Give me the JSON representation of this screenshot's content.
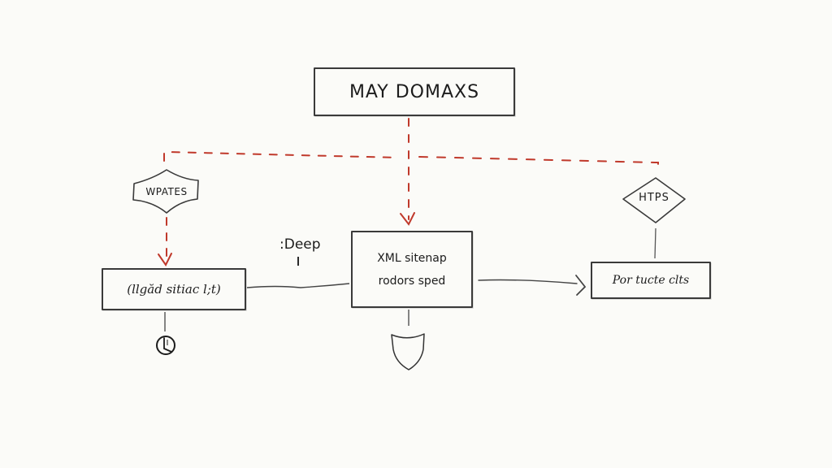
{
  "diagram": {
    "title": "MAY DOMAXS",
    "colors": {
      "background": "#fbfbf8",
      "ink": "#2a2a2a",
      "dashed_connector": "#c0392b"
    },
    "decision_nodes": {
      "left": {
        "label": "WPATES",
        "shape": "hexagon-diamond"
      },
      "right": {
        "label": "HTPS",
        "shape": "diamond"
      }
    },
    "boxes": {
      "left": {
        "label": "(llgăd sitiac l;t)"
      },
      "center": {
        "line1": "XML sitenap",
        "line2": "rodors sped"
      },
      "right": {
        "label": "Por tucte clts"
      }
    },
    "annotations": {
      "deep": ":Deep"
    },
    "icons": {
      "left_bottom": "clock-icon",
      "center_bottom": "shield-icon"
    },
    "connectors": [
      {
        "from": "title",
        "to": "center-box",
        "style": "dashed-red",
        "arrow": true
      },
      {
        "from": "title",
        "to": "wpates-node",
        "style": "dashed-red",
        "arrow": false
      },
      {
        "from": "title",
        "to": "right-corner",
        "style": "dashed-red",
        "arrow": false
      },
      {
        "from": "wpates-node",
        "to": "left-box",
        "style": "dashed-red",
        "arrow": true
      },
      {
        "from": "left-box",
        "to": "center-box",
        "style": "solid",
        "arrow": false
      },
      {
        "from": "center-box",
        "to": "right-box",
        "style": "solid",
        "arrow": true
      },
      {
        "from": "htps-node",
        "to": "right-box",
        "style": "solid",
        "arrow": false
      },
      {
        "from": "left-box",
        "to": "clock-icon",
        "style": "solid",
        "arrow": false
      },
      {
        "from": "center-box",
        "to": "shield-icon",
        "style": "solid",
        "arrow": false
      }
    ]
  }
}
